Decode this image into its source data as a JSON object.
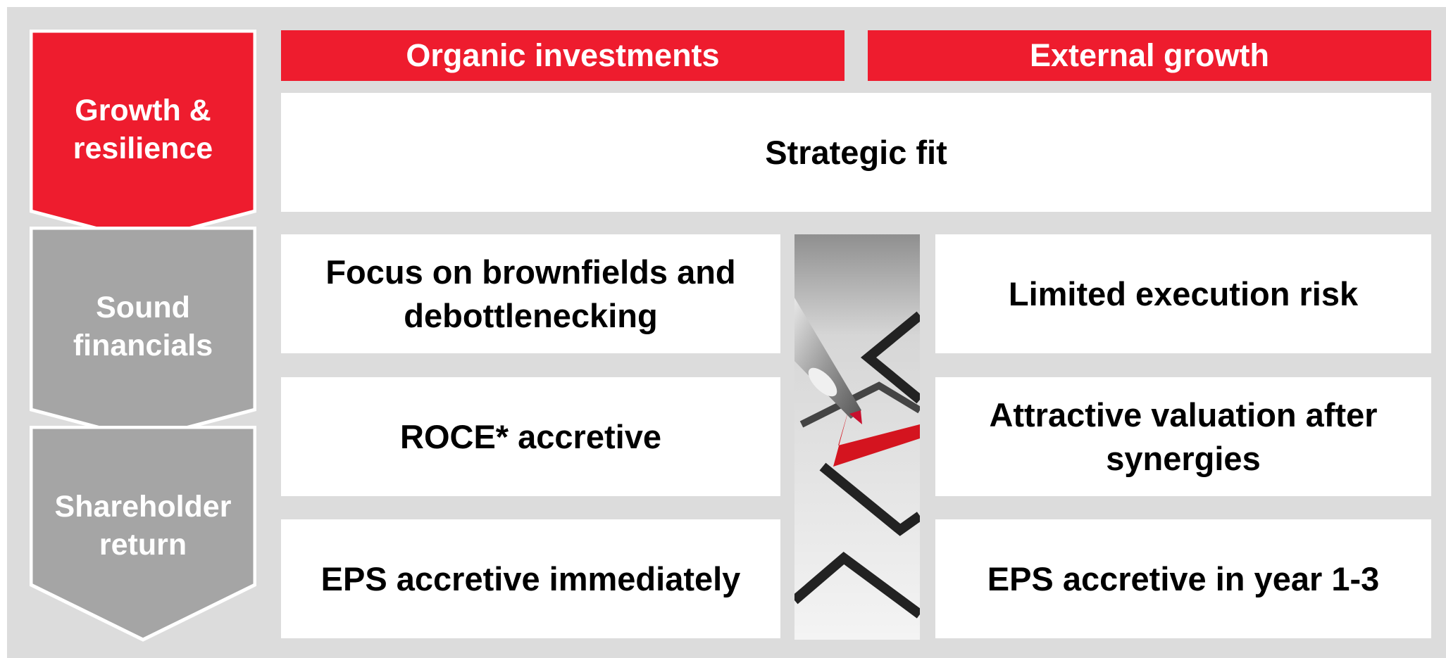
{
  "chevrons": [
    {
      "lines": [
        "Growth &",
        "resilience"
      ],
      "color": "#ee1c2e"
    },
    {
      "lines": [
        "Sound",
        "financials"
      ],
      "color": "#a5a5a5"
    },
    {
      "lines": [
        "Shareholder",
        "return"
      ],
      "color": "#a5a5a5"
    }
  ],
  "headers": {
    "organic": "Organic investments",
    "external": "External growth"
  },
  "strategic_fit": "Strategic fit",
  "organic_criteria": [
    [
      "Focus on brownfields and",
      "debottlenecking"
    ],
    [
      "ROCE* accretive"
    ],
    [
      "EPS accretive immediately"
    ]
  ],
  "external_criteria": [
    [
      "Limited execution risk"
    ],
    [
      "Attractive valuation after",
      "synergies"
    ],
    [
      "EPS accretive in year 1-3"
    ]
  ],
  "image": {
    "icon": "checkbox-checkmark-pen-photo"
  },
  "colors": {
    "accent": "#ee1c2e",
    "grey": "#a5a5a5",
    "background": "#dcdcdc"
  }
}
